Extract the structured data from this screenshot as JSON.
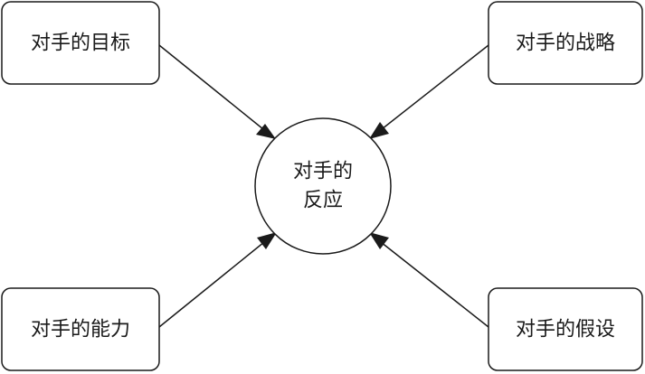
{
  "diagram": {
    "center": {
      "line1": "对手的",
      "line2": "反应"
    },
    "nodes": {
      "top_left": "对手的目标",
      "top_right": "对手的战略",
      "bottom_left": "对手的能力",
      "bottom_right": "对手的假设"
    }
  }
}
